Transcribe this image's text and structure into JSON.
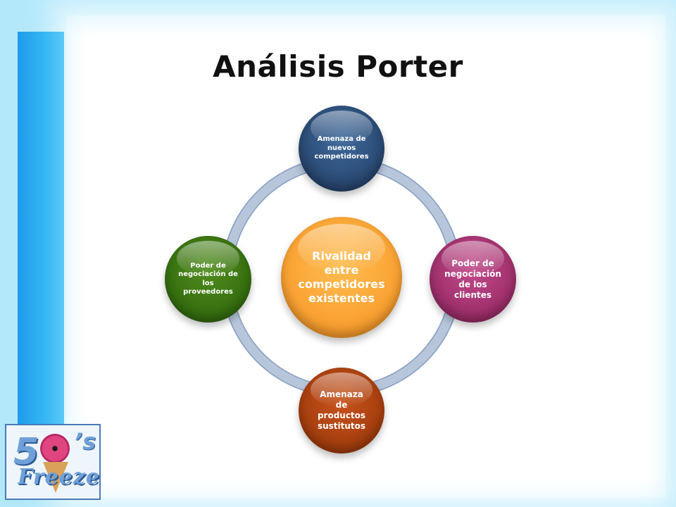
{
  "slide": {
    "title": "Análisis Porter"
  },
  "diagram": {
    "center": {
      "label": "Rivalidad\nentre\ncompetidores\nexistentes",
      "color": "#f9a233"
    },
    "nodes": [
      {
        "id": "top",
        "label": "Amenaza de\nnuevos\ncompetidores",
        "color": "#28466f"
      },
      {
        "id": "right",
        "label": "Poder de\nnegociación\nde los\nclientes",
        "color": "#9c2d69"
      },
      {
        "id": "bottom",
        "label": "Amenaza\nde\nproductos\nsustitutos",
        "color": "#a33d0d"
      },
      {
        "id": "left",
        "label": "Poder de\nnegociación  de\nlos\nproveedores",
        "color": "#356d0f"
      }
    ],
    "ring_color": "#b8c6dc"
  },
  "logo": {
    "lettering": "50's Freeze",
    "icon": "ice-cream-donut-logo"
  },
  "colors": {
    "background": "#b3e8fb",
    "side_bar": "#1e9bea",
    "panel": "#ffffff"
  }
}
